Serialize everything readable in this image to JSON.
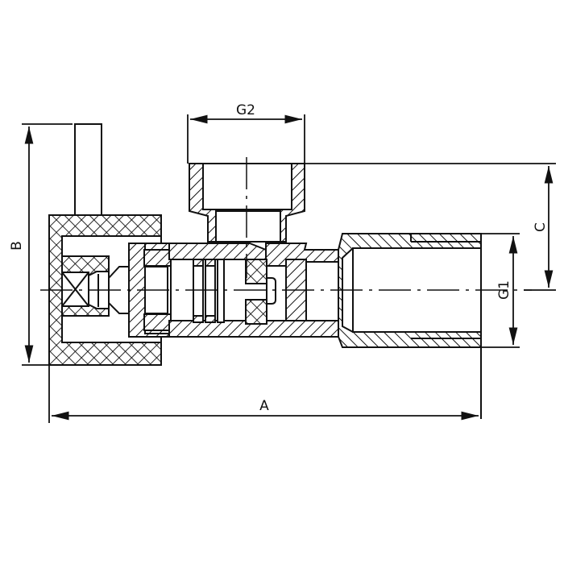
{
  "diagram": {
    "title": "Angle valve cross-section drawing",
    "stroke_color": "#111111",
    "background": "#ffffff",
    "dimensions": {
      "A": "A",
      "B": "B",
      "C": "C",
      "G1": "G1",
      "G2": "G2"
    }
  }
}
